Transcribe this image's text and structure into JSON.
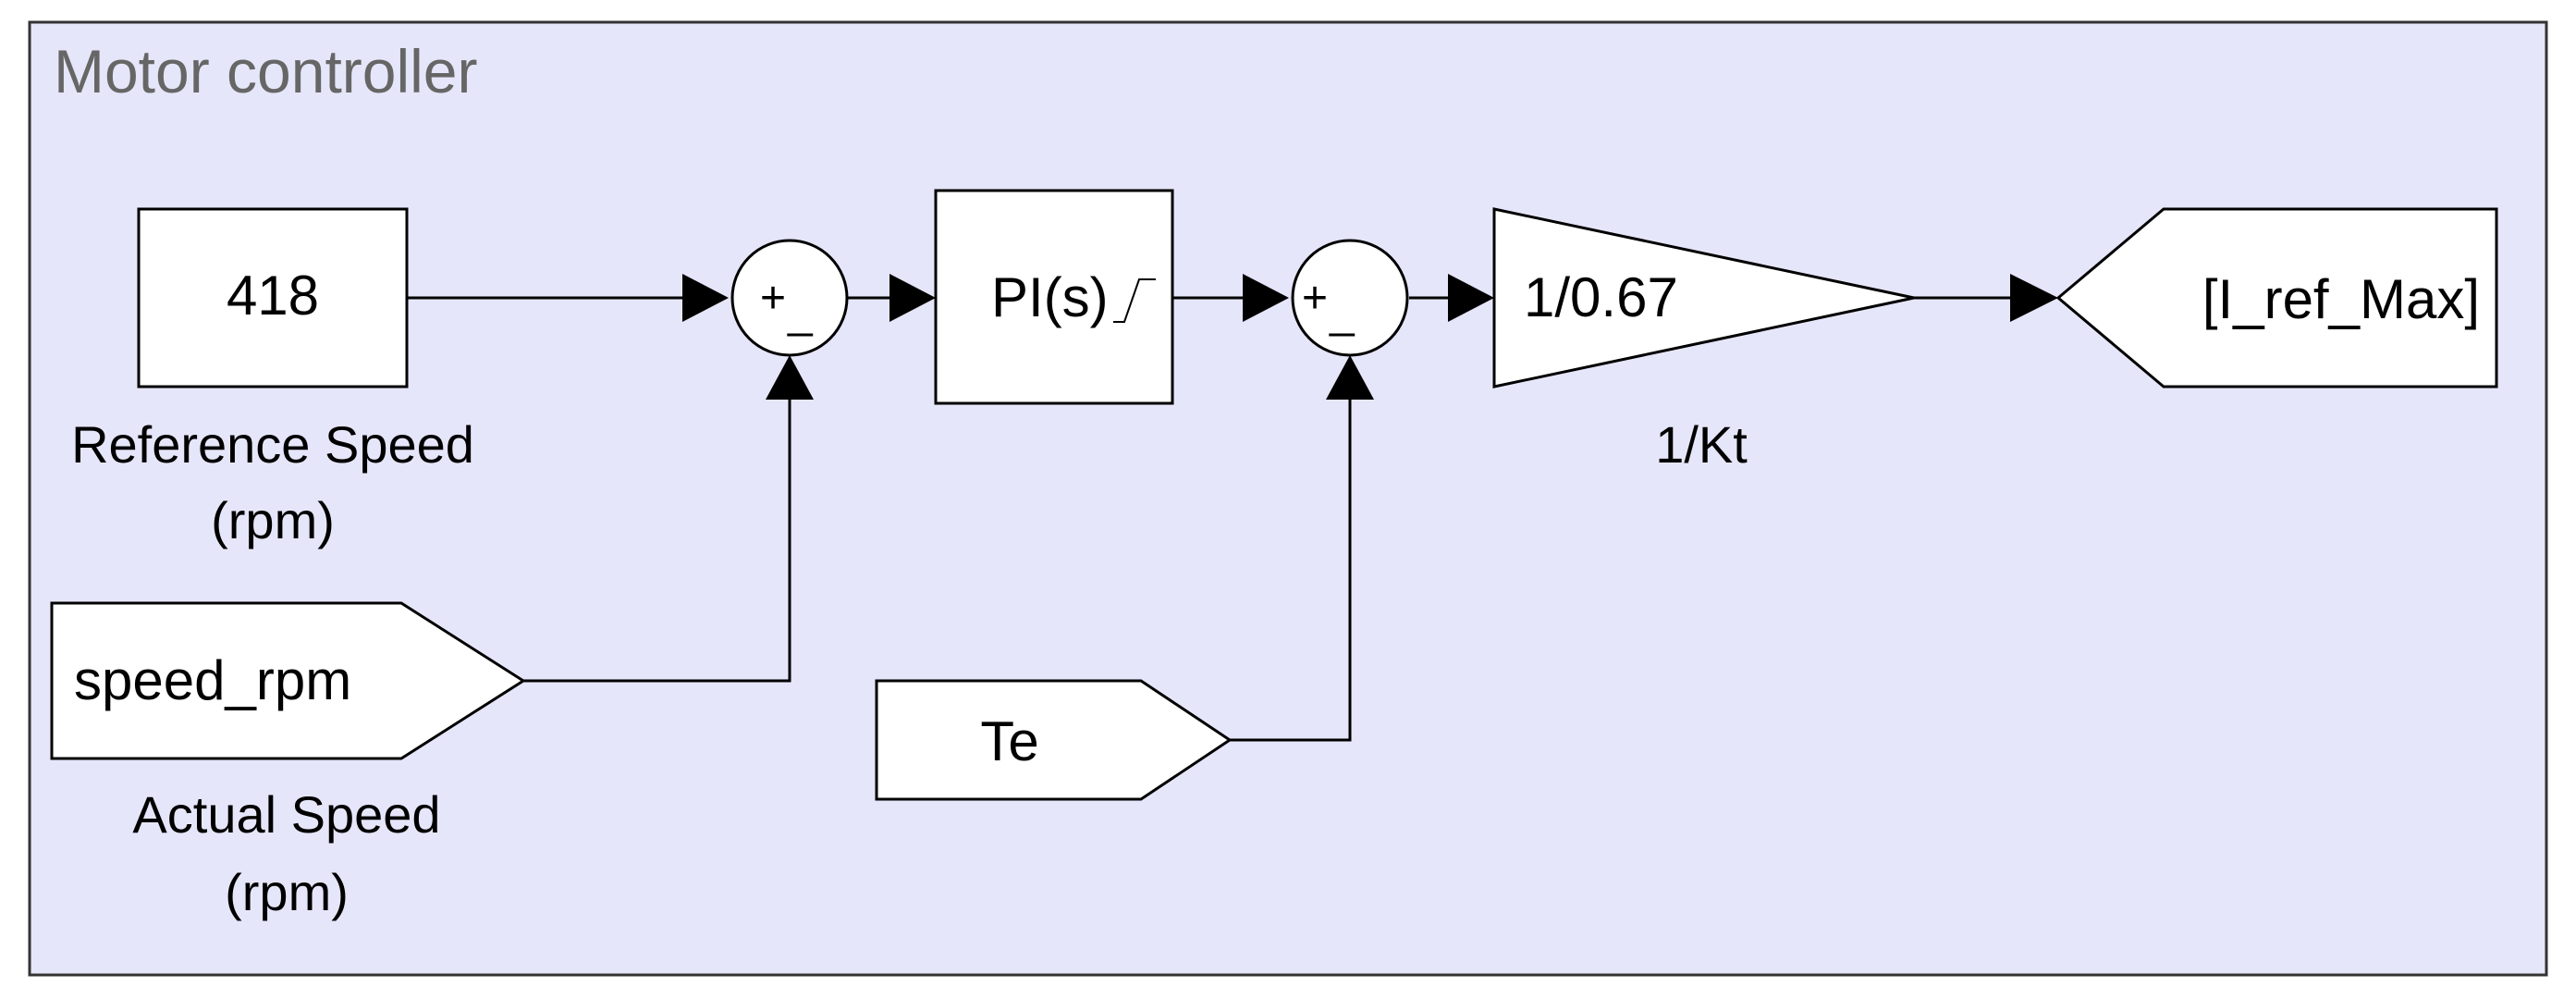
{
  "diagram": {
    "title": "Motor controller",
    "colors": {
      "background": "#e6e6fa",
      "border": "#333333",
      "stroke": "#000000",
      "block_fill": "#ffffff",
      "title_text": "#666666"
    },
    "blocks": {
      "reference_constant": {
        "value": "418",
        "caption_line1": "Reference Speed",
        "caption_line2": "(rpm)"
      },
      "speed_input": {
        "label": "speed_rpm",
        "caption_line1": "Actual Speed",
        "caption_line2": "(rpm)"
      },
      "sum1": {
        "plus": "+",
        "minus": "_"
      },
      "pi_controller": {
        "label": "PI(s)",
        "icon": "saturation-icon"
      },
      "te_input": {
        "label": "Te"
      },
      "sum2": {
        "plus": "+",
        "minus": "_"
      },
      "gain": {
        "value": "1/0.67",
        "caption": "1/Kt"
      },
      "output_goto": {
        "label": "[I_ref_Max]"
      }
    }
  }
}
